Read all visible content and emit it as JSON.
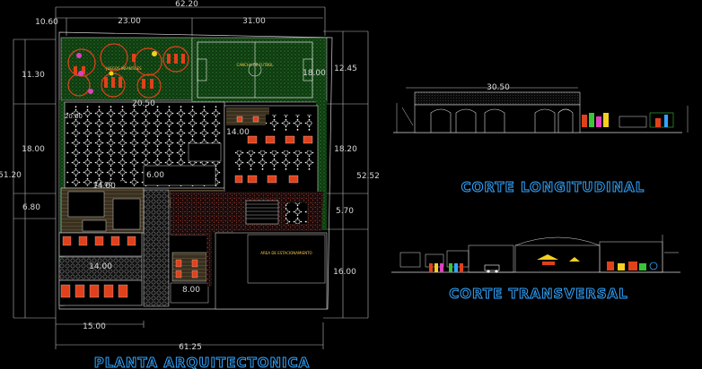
{
  "titles": {
    "plan": "PLANTA ARQUITECTONICA",
    "long_section": "CORTE LONGITUDINAL",
    "cross_section": "CORTE TRANSVERSAL"
  },
  "dimensions": {
    "top_total": "62.20",
    "top_a": "10.60",
    "top_b": "23.00",
    "top_c": "31.00",
    "left_a": "11.30",
    "left_b": "18.00",
    "left_total": "51.20",
    "left_c": "6.80",
    "right_a": "12.45",
    "right_b": "18.20",
    "right_total": "52.52",
    "right_c": "5.70",
    "right_d": "16.00",
    "field_width": "18.00",
    "dining_width": "20.50",
    "block_14": "14.00",
    "inner_6": "6.00",
    "kitchen_14": "14.00",
    "parking_14": "14.00",
    "small_8": "8.00",
    "bottom_a": "15.00",
    "bottom_total": "61.25",
    "inner_20": "20.00",
    "inner_14b": "14.00",
    "long_width": "30.50"
  },
  "labels": {
    "playground": "JUEGOS INFANTILES",
    "soccer": "CANCHA DE FUTBOL",
    "parking": "AREA DE ESTACIONAMIENTO"
  },
  "colors": {
    "background": "#000000",
    "title_outline": "#31a5ff",
    "dimension_text": "#d8d8d8",
    "green_area": "#1f5e1f",
    "red_furniture": "#e0411b"
  }
}
